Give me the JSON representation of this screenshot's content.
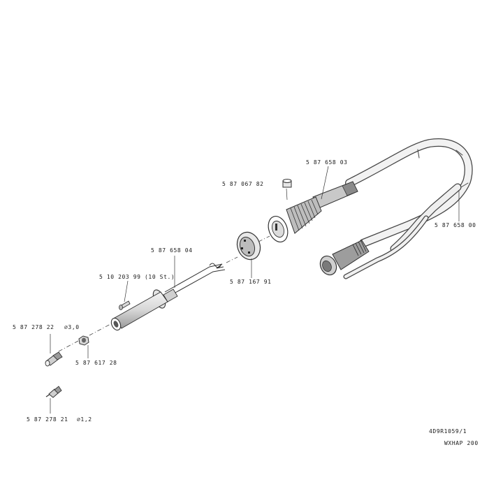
{
  "parts": {
    "p1": {
      "number": "5 87 658 03"
    },
    "p2": {
      "number": "5 87 067 82"
    },
    "p3": {
      "number": "5 87 658 00"
    },
    "p4": {
      "number": "5 87 658 04"
    },
    "p5": {
      "number": "5 87 167 91"
    },
    "p6": {
      "number": "5 10 203 99 (10 St.)"
    },
    "p7": {
      "number": "5 87 278 22",
      "size": "⌀3,0"
    },
    "p8": {
      "number": "5 87 617 28"
    },
    "p9": {
      "number": "5 87 278 21",
      "size": "⌀1,2"
    }
  },
  "footer": {
    "drawing_no": "4D9R1059/1",
    "model": "WXHAP 200"
  }
}
